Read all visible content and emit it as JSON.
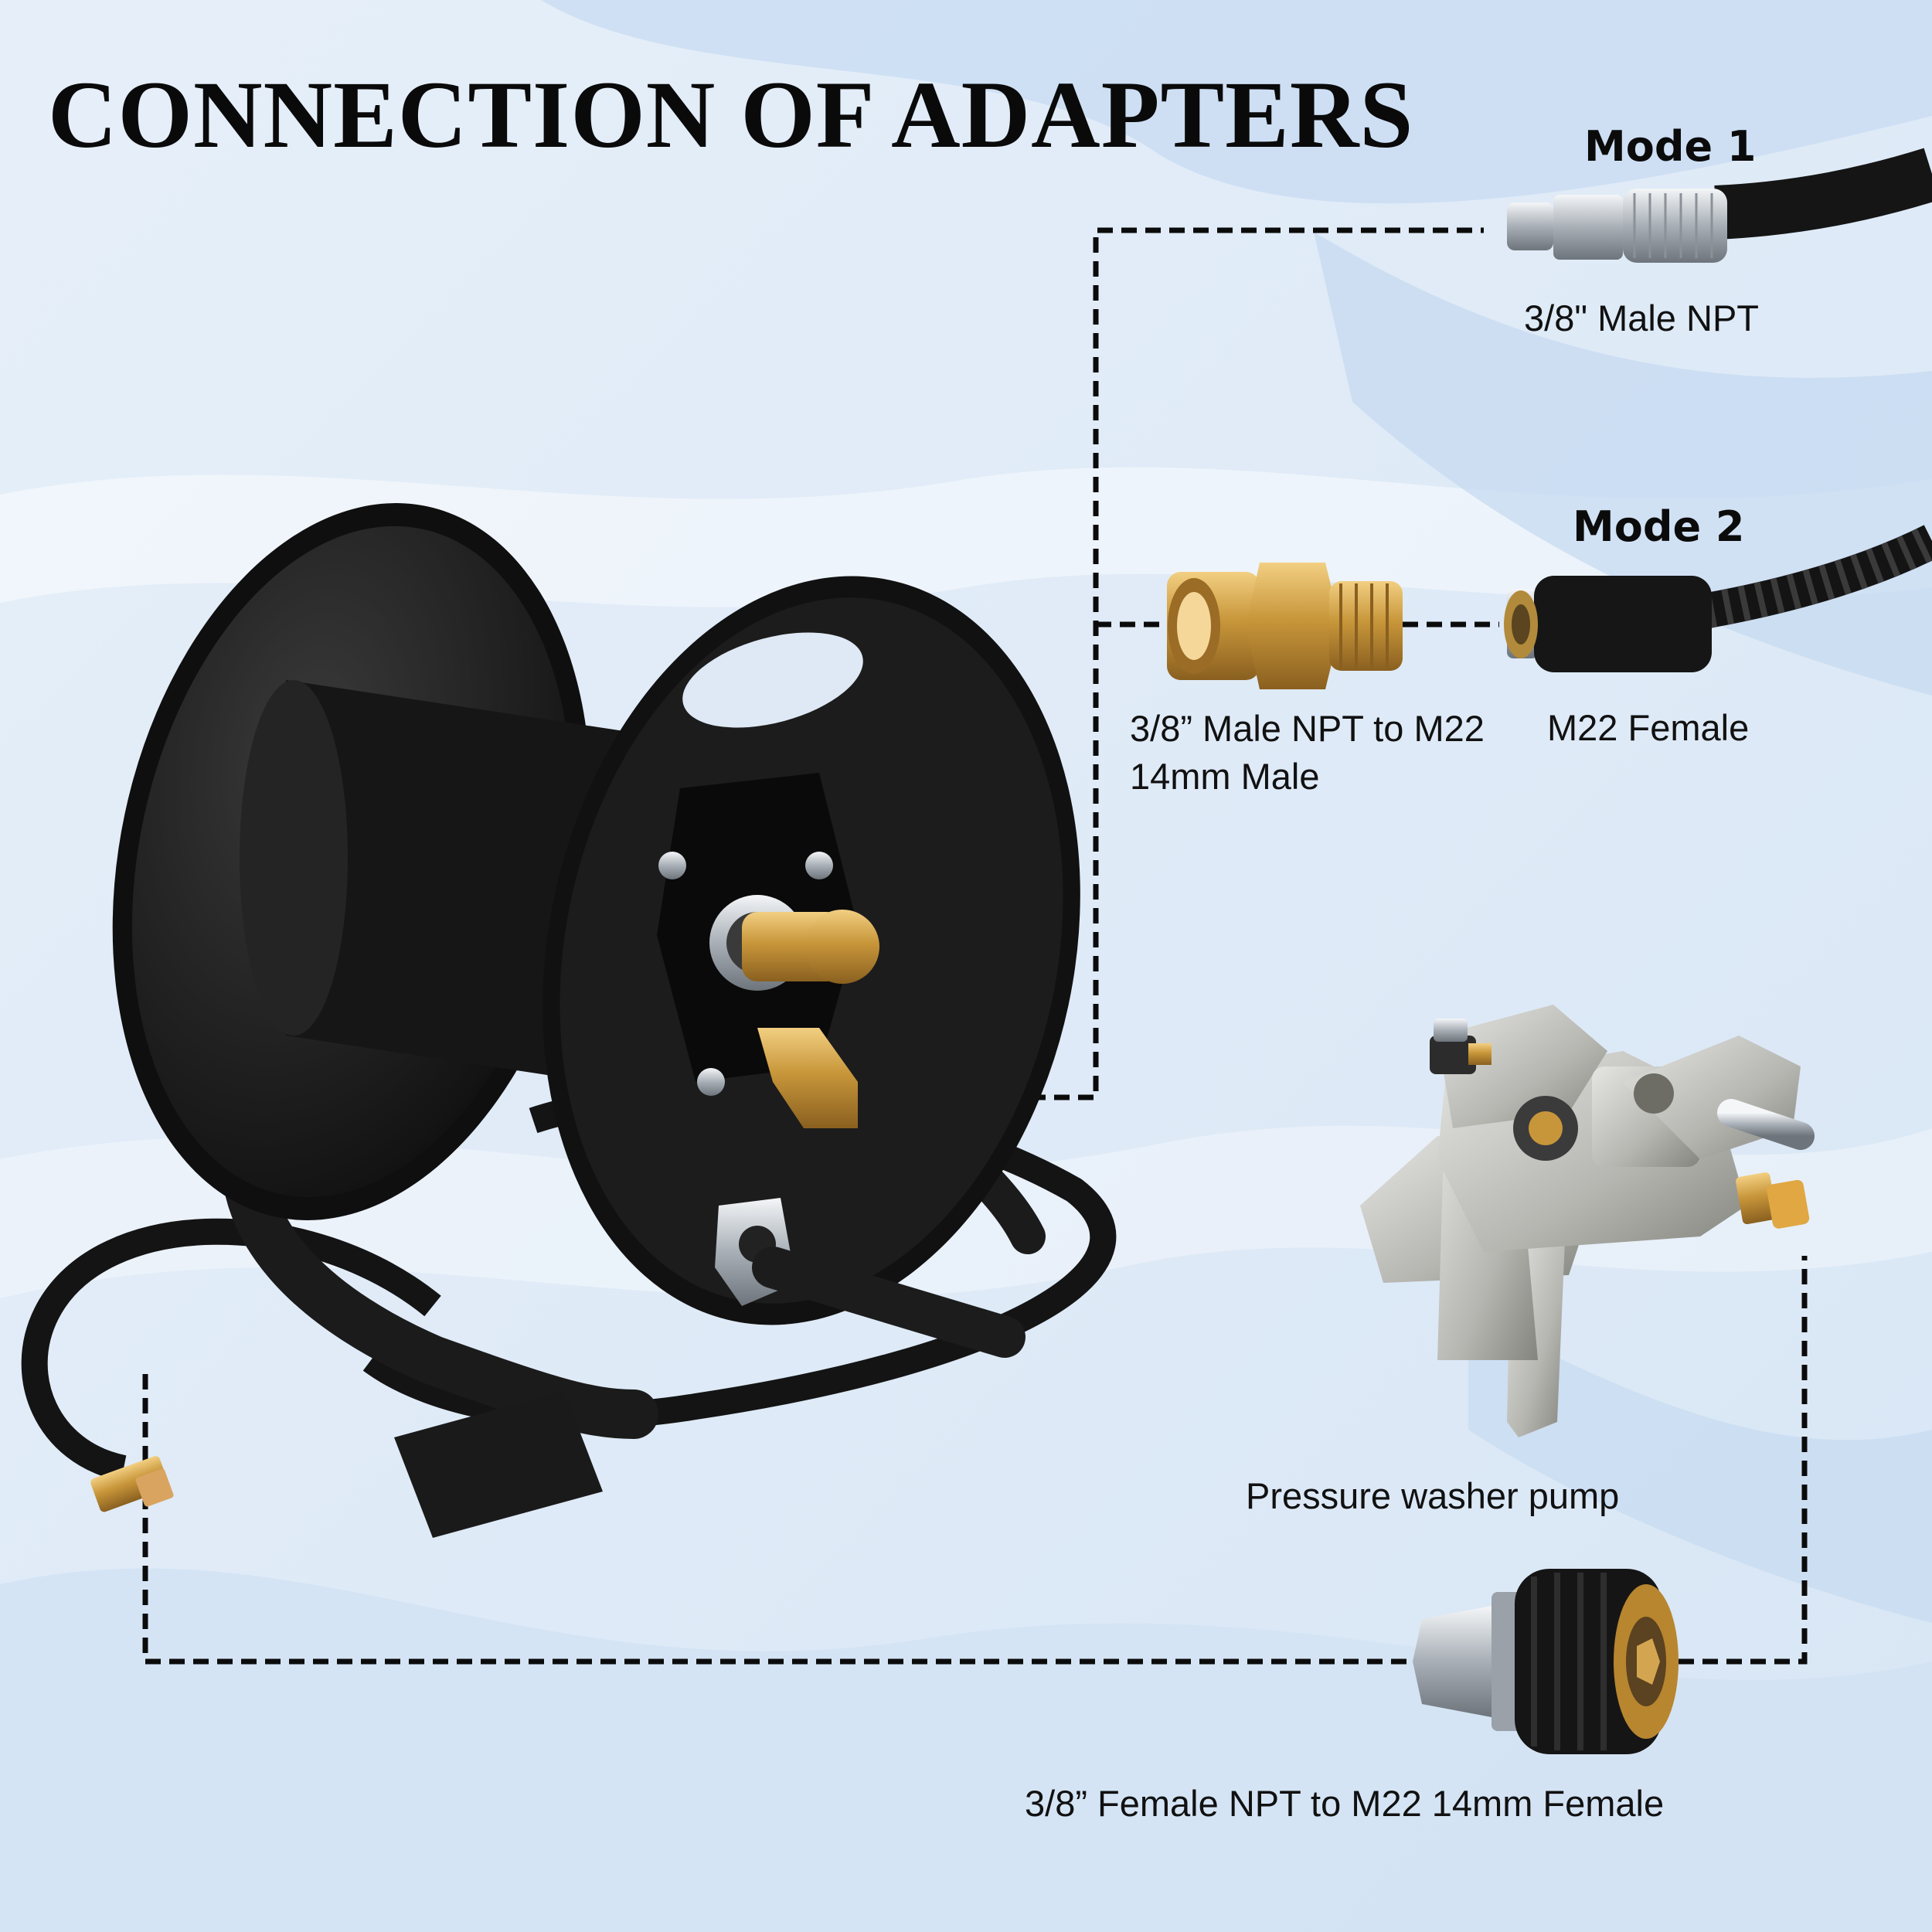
{
  "title": "CONNECTION OF ADAPTERS",
  "modes": {
    "mode1": "Mode 1",
    "mode2": "Mode 2"
  },
  "labels": {
    "male_npt": "3/8\" Male NPT",
    "npt_to_m22_male": "3/8” Male NPT to M22 14mm Male",
    "m22_female": "M22 Female",
    "pump": "Pressure washer pump",
    "female_npt_to_m22_female": "3/8” Female NPT to M22 14mm Female"
  },
  "colors": {
    "background": "#dde9f6",
    "accent_blue": "#b7d1ef",
    "brass": "#c8963a",
    "reel_black": "#151515",
    "text": "#111111"
  },
  "icons": [
    "hose-reel-image",
    "male-npt-hose-fitting",
    "brass-adapter",
    "m22-female-hose-fitting",
    "pressure-washer-pump",
    "female-npt-m22-coupler"
  ]
}
